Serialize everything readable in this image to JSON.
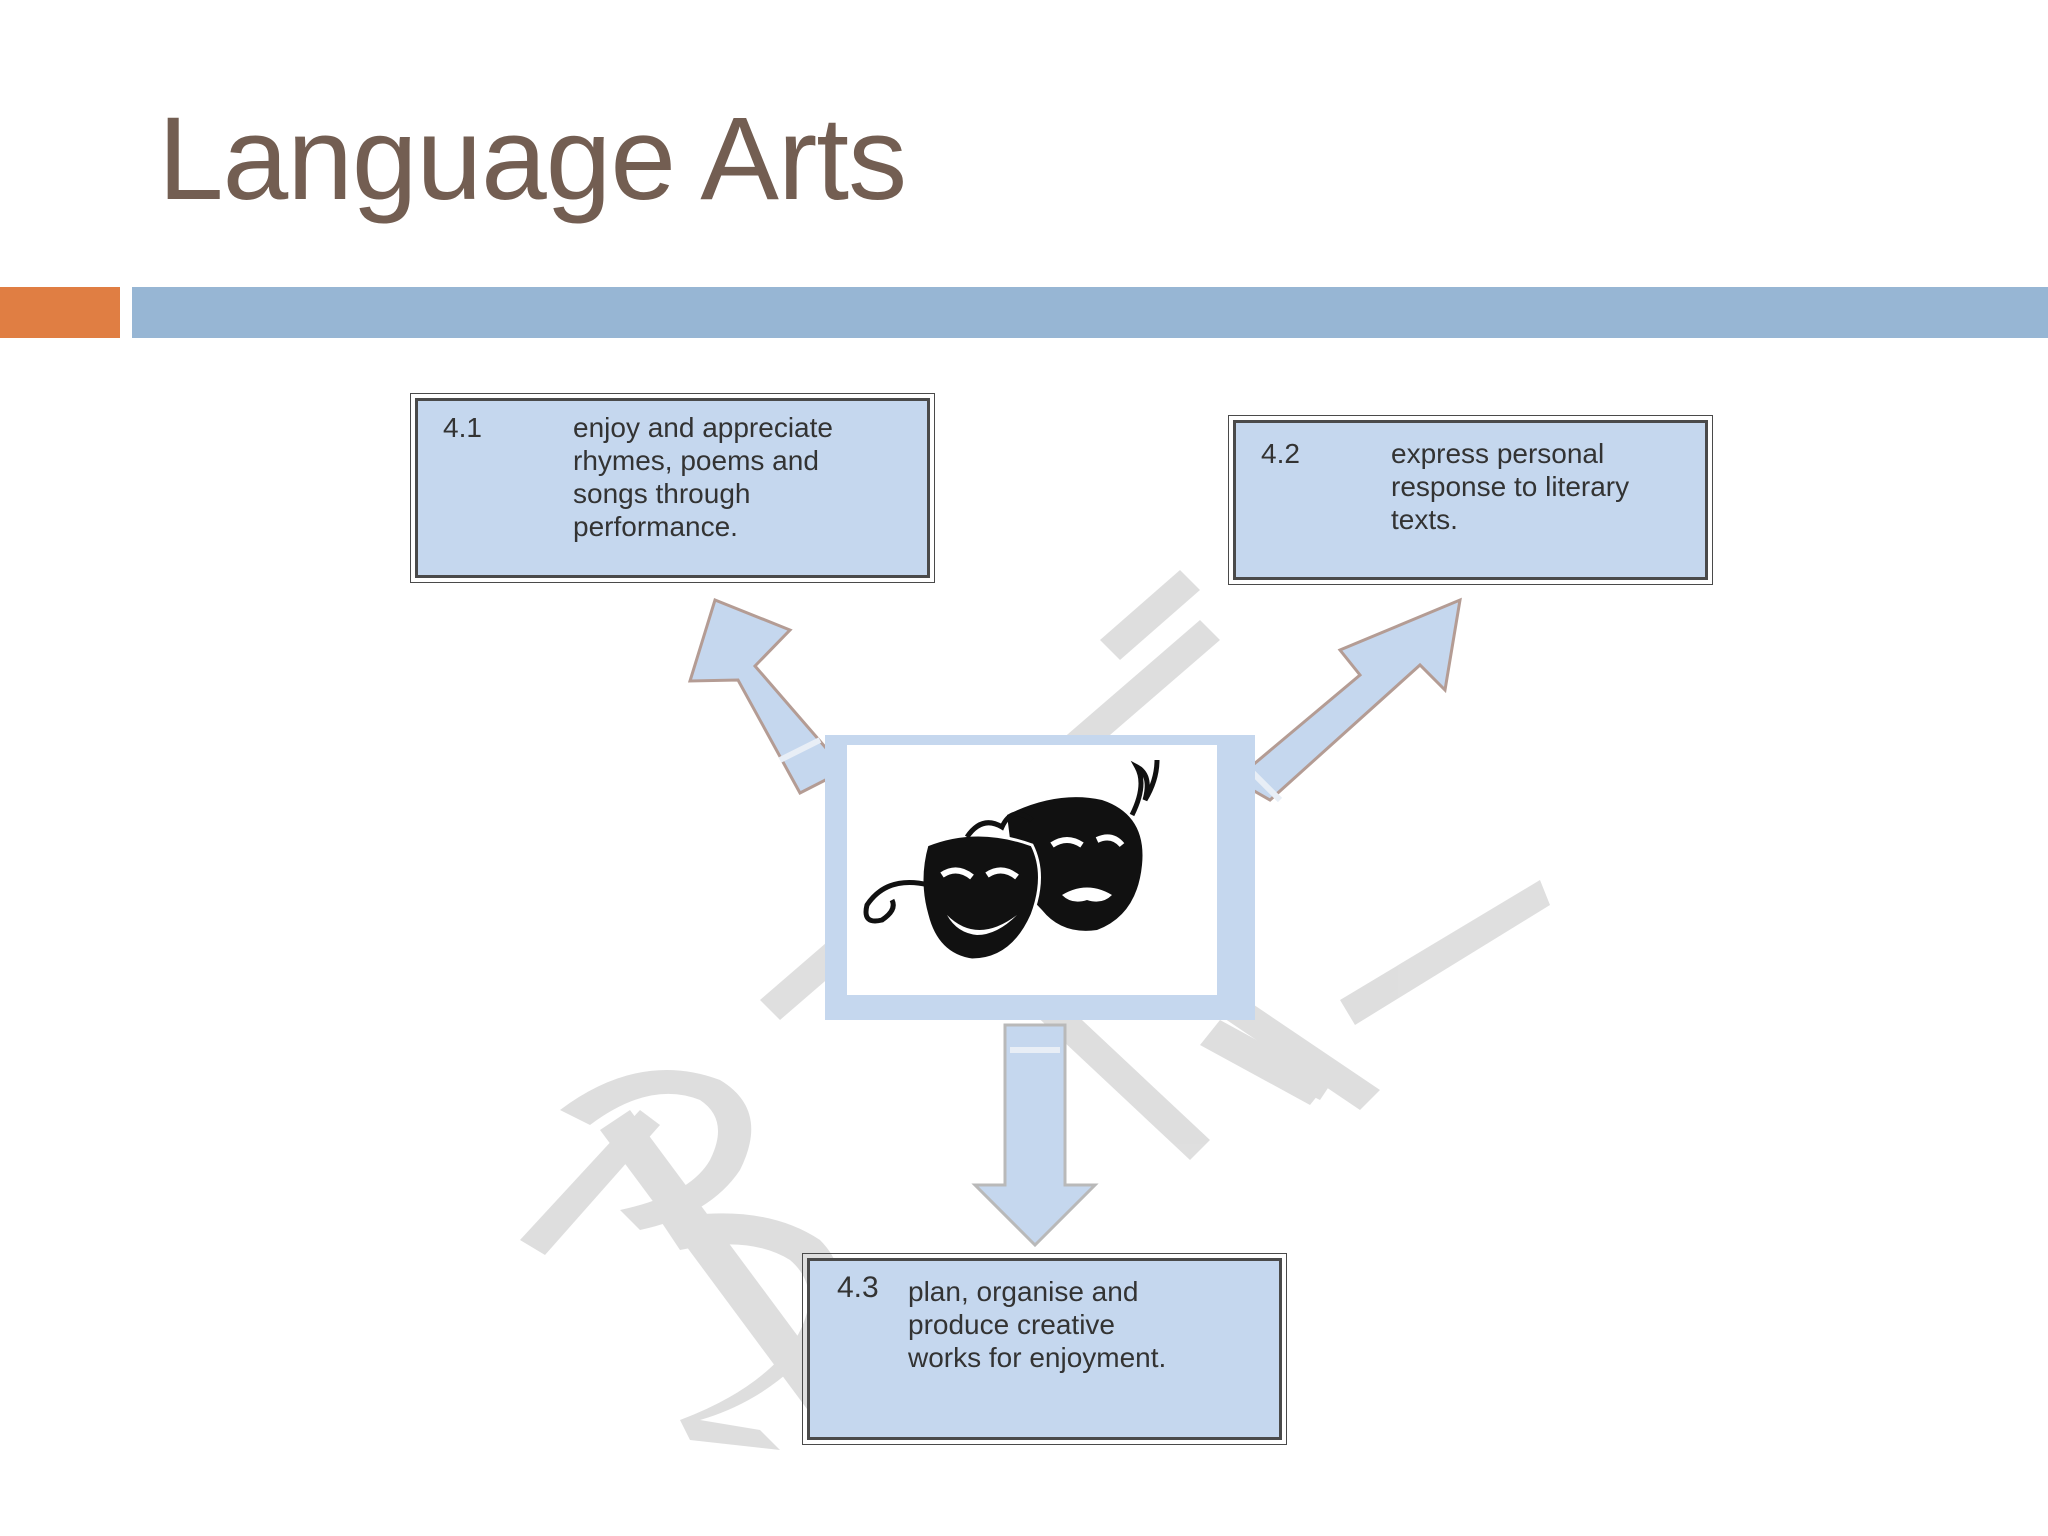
{
  "slide": {
    "title": "Language Arts"
  },
  "diagram": {
    "center_icon": "theatre-masks-icon",
    "boxes": [
      {
        "number": "4.1",
        "text": "enjoy and appreciate rhymes, poems and songs through performance."
      },
      {
        "number": "4.2",
        "text": "express personal response to literary texts."
      },
      {
        "number": "4.3",
        "text": "plan, organise and produce creative works for enjoyment."
      }
    ],
    "watermark": "BK"
  },
  "colors": {
    "title": "#735e52",
    "accent_orange": "#e07e43",
    "accent_blue": "#97b6d4",
    "box_fill": "#c5d7ee",
    "watermark": "#d9d9d9"
  }
}
